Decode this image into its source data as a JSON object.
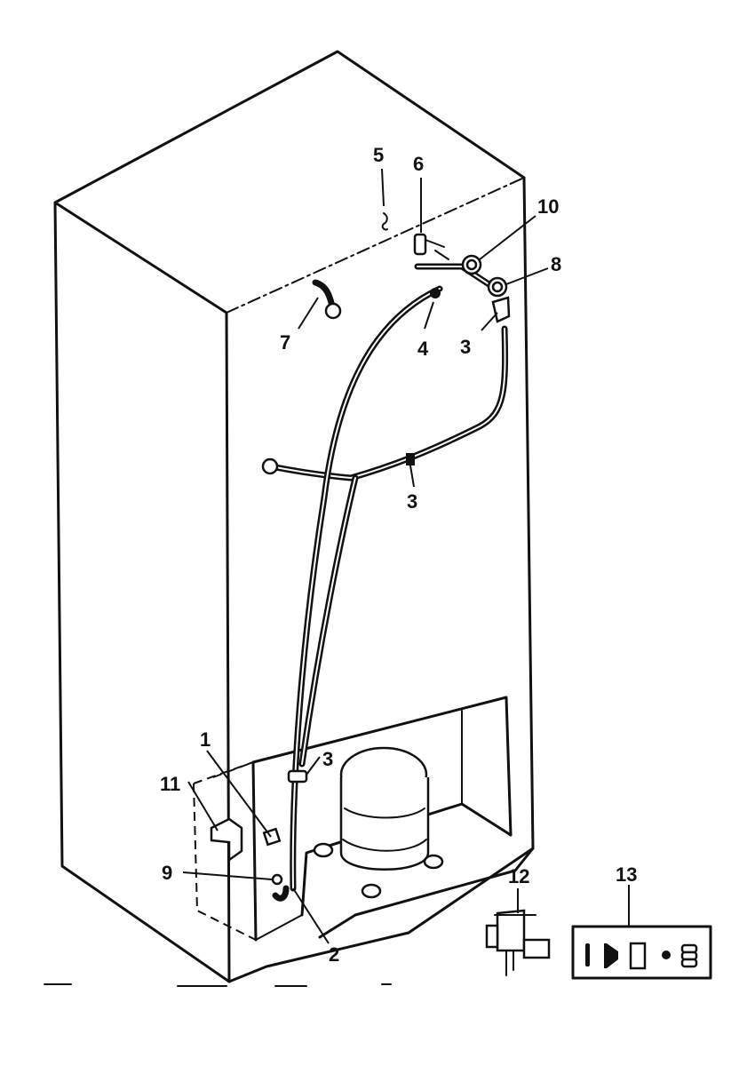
{
  "callouts": {
    "c1": "1",
    "c2": "2",
    "c3a": "3",
    "c3b": "3",
    "c3c": "3",
    "c4": "4",
    "c5": "5",
    "c6": "6",
    "c7": "7",
    "c8": "8",
    "c9": "9",
    "c10": "10",
    "c11": "11",
    "c12": "12",
    "c13": "13"
  }
}
